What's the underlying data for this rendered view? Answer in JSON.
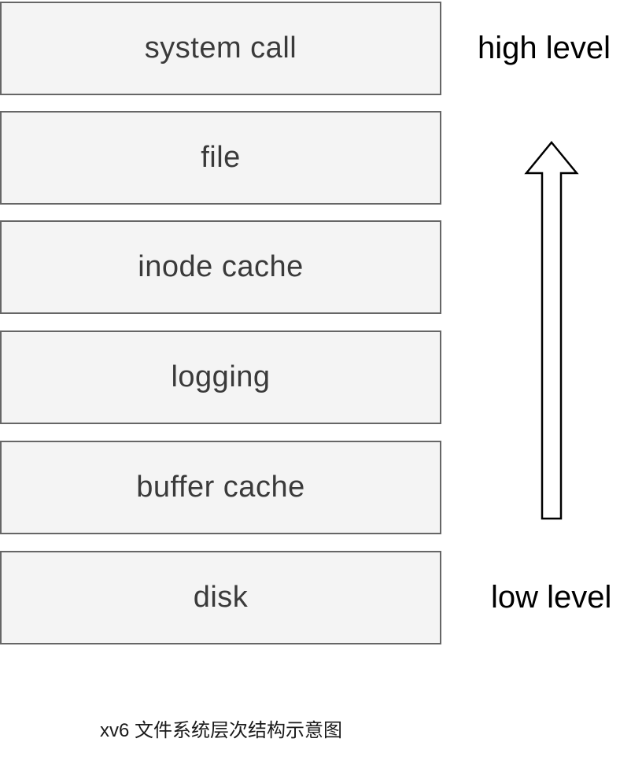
{
  "diagram": {
    "layers": [
      {
        "label": "system call"
      },
      {
        "label": "file"
      },
      {
        "label": "inode cache"
      },
      {
        "label": "logging"
      },
      {
        "label": "buffer cache"
      },
      {
        "label": "disk"
      }
    ],
    "side_labels": {
      "high": "high level",
      "low": "low level"
    },
    "arrow": {
      "icon": "up-arrow-icon",
      "direction": "up"
    },
    "caption": "xv6 文件系统层次结构示意图"
  },
  "colors": {
    "box_fill": "#f4f4f4",
    "box_border": "#666666",
    "box_text": "#3a3a3a",
    "label_text": "#000000",
    "caption_text": "#1a1a1a",
    "background": "#ffffff"
  }
}
